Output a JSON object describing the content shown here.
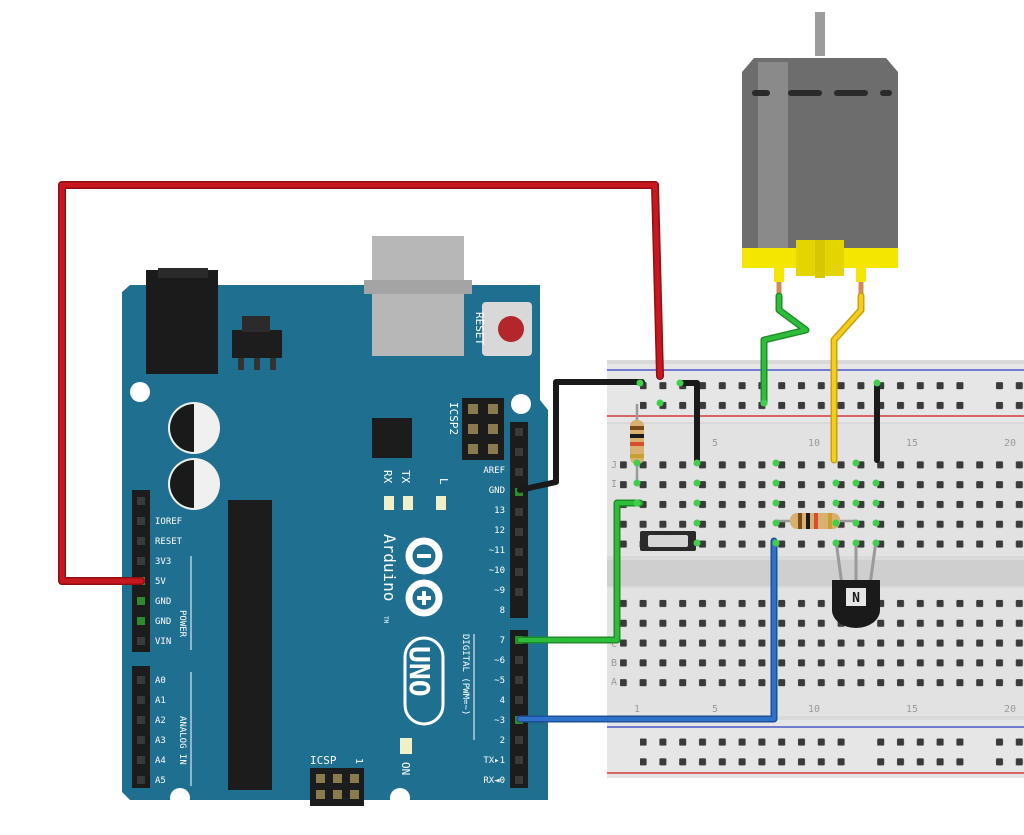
{
  "board": {
    "reset_label": "RESET",
    "icsp2_label": "ICSP2",
    "icsp_label": "ICSP",
    "icsp_pin1": "1",
    "rx_label": "RX",
    "tx_label": "TX",
    "l_label": "L",
    "on_label": "ON",
    "brand": "Arduino",
    "tm": "TM",
    "model": "UNO",
    "digital_header": "DIGITAL (PWM=~)",
    "power_header": "POWER",
    "analog_header": "ANALOG IN",
    "left_pins": [
      "IOREF",
      "RESET",
      "3V3",
      "5V",
      "GND",
      "GND",
      "VIN"
    ],
    "analog_pins": [
      "A0",
      "A1",
      "A2",
      "A3",
      "A4",
      "A5"
    ],
    "right_top_pins": [
      "AREF",
      "GND",
      "13",
      "12",
      "~11",
      "~10",
      "~9",
      "8"
    ],
    "right_bottom_pins": [
      "7",
      "~6",
      "~5",
      "4",
      "~3",
      "2",
      "TX▸1",
      "RX◄0"
    ]
  },
  "breadboard": {
    "column_numbers": [
      "1",
      "5",
      "10",
      "15",
      "20"
    ],
    "row_letters_top": [
      "J",
      "I"
    ],
    "row_letters_bottom": [
      "C",
      "B",
      "A"
    ]
  },
  "transistor": {
    "label": "N"
  },
  "colors": {
    "board": "#1f6f91",
    "wire_red": "#c8171e",
    "wire_black": "#1a1a1a",
    "wire_green": "#2ebd3a",
    "wire_blue": "#2e71c9",
    "wire_yellow": "#f6cd18",
    "motor_body": "#6d6d6d",
    "motor_cap": "#f4e600"
  }
}
